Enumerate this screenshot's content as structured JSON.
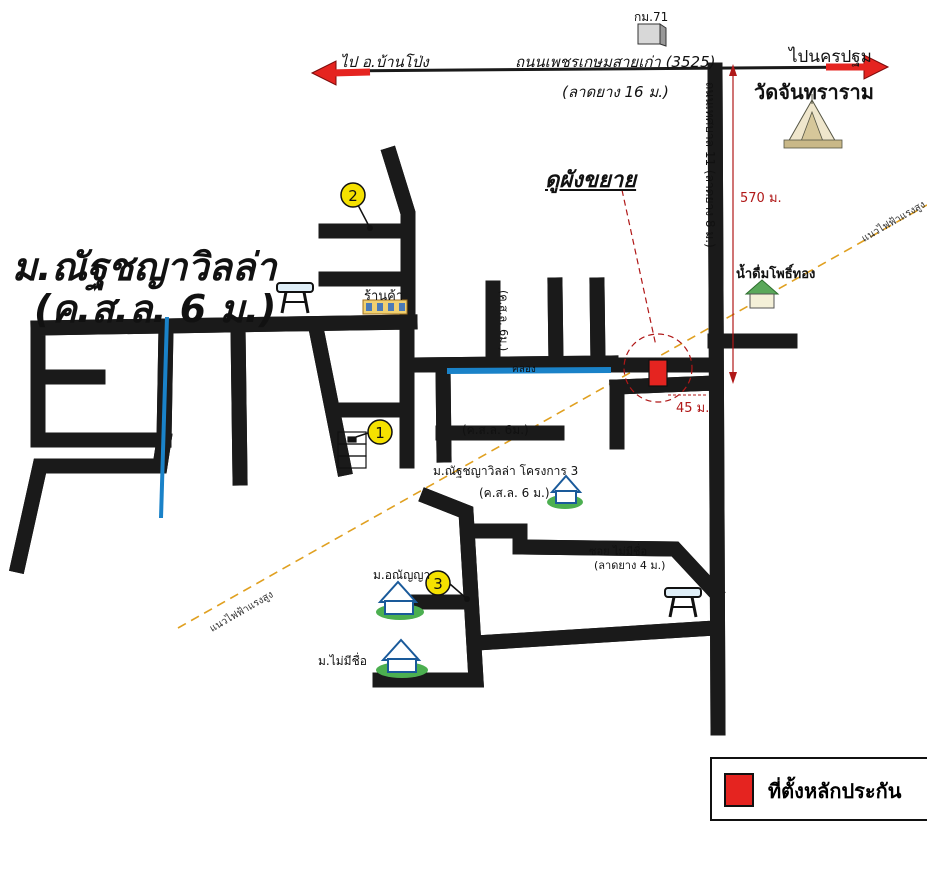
{
  "title": {
    "line1": "ม.ณัฐชญาวิลล่า",
    "line2": "(ค.ส.ล. 6 ม.)"
  },
  "top_road": {
    "left_dest": "ไป อ.บ้านโป่ง",
    "name": "ถนนเพชรเกษมสายเก่า (3525)",
    "right_dest": "ไปนครปฐม",
    "surface": "(ลาดยาง 16 ม.)",
    "km_marker": "กม.71"
  },
  "temple": "วัดจันทราราม",
  "side_road_name": "ถนนเทศบาล 11 (ลาดยาง 8 ม.)",
  "distance_570": "570 ม.",
  "distance_45": "45 ม.",
  "zoom_label": "ดูผังขยาย",
  "powerline_label": "แนวไฟฟ้าแรงสูง",
  "shop": "ร้านค้า",
  "canal": "คลอง",
  "water_place": "น้ำดื่มโพธิ์ทอง",
  "soi_label": "(ค.ส.ล. 6ม.)",
  "soi_vertical": "(ค.ส.ล. 6ม.)",
  "project3": {
    "name": "ม.ณัฐชญาวิลล่า โครงการ 3",
    "surface": "(ค.ส.ล. 6 ม.)"
  },
  "unnamed_soi": {
    "name": "ซอย ไม่มีชื่อ",
    "surface": "(ลาดยาง 4 ม.)"
  },
  "village_anchanya": "ม.อณัญญา",
  "village_unnamed": "ม.ไม่มีชื่อ",
  "markers": [
    "1",
    "2",
    "3"
  ],
  "legend": "ที่ตั้งหลักประกัน",
  "colors": {
    "road": "#1a1a1a",
    "arrow": "#e52420",
    "canal": "#1a82c8",
    "powerline": "#e0a020",
    "marker": "#f5e100",
    "property": "#e52420",
    "dimension": "#b01818"
  },
  "icons": [
    "bus-stop-icon",
    "temple-icon",
    "house-icon",
    "milestone-icon",
    "shop-icon",
    "water-shop-icon"
  ]
}
